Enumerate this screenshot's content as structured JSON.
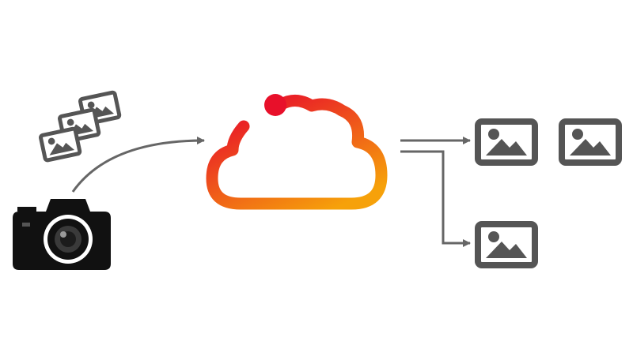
{
  "diagram": {
    "nodes": [
      {
        "id": "camera",
        "icon": "camera-icon"
      },
      {
        "id": "photo-stack",
        "icon": "photo-stack-icon",
        "count": 3
      },
      {
        "id": "cloud",
        "icon": "cloud-icon"
      },
      {
        "id": "photo-output-1",
        "icon": "image-icon"
      },
      {
        "id": "photo-output-2",
        "icon": "image-icon"
      },
      {
        "id": "photo-output-3",
        "icon": "image-icon"
      }
    ],
    "edges": [
      {
        "from": "camera",
        "to": "cloud"
      },
      {
        "from": "cloud",
        "to": "photo-output-1"
      },
      {
        "from": "cloud",
        "to": "photo-output-3"
      }
    ]
  },
  "colors": {
    "icon_dark": "#111111",
    "icon_gray": "#555555",
    "arrow": "#666666",
    "cloud_gradient_start": "#e8102a",
    "cloud_gradient_end": "#f6a10a",
    "background": "#ffffff"
  }
}
